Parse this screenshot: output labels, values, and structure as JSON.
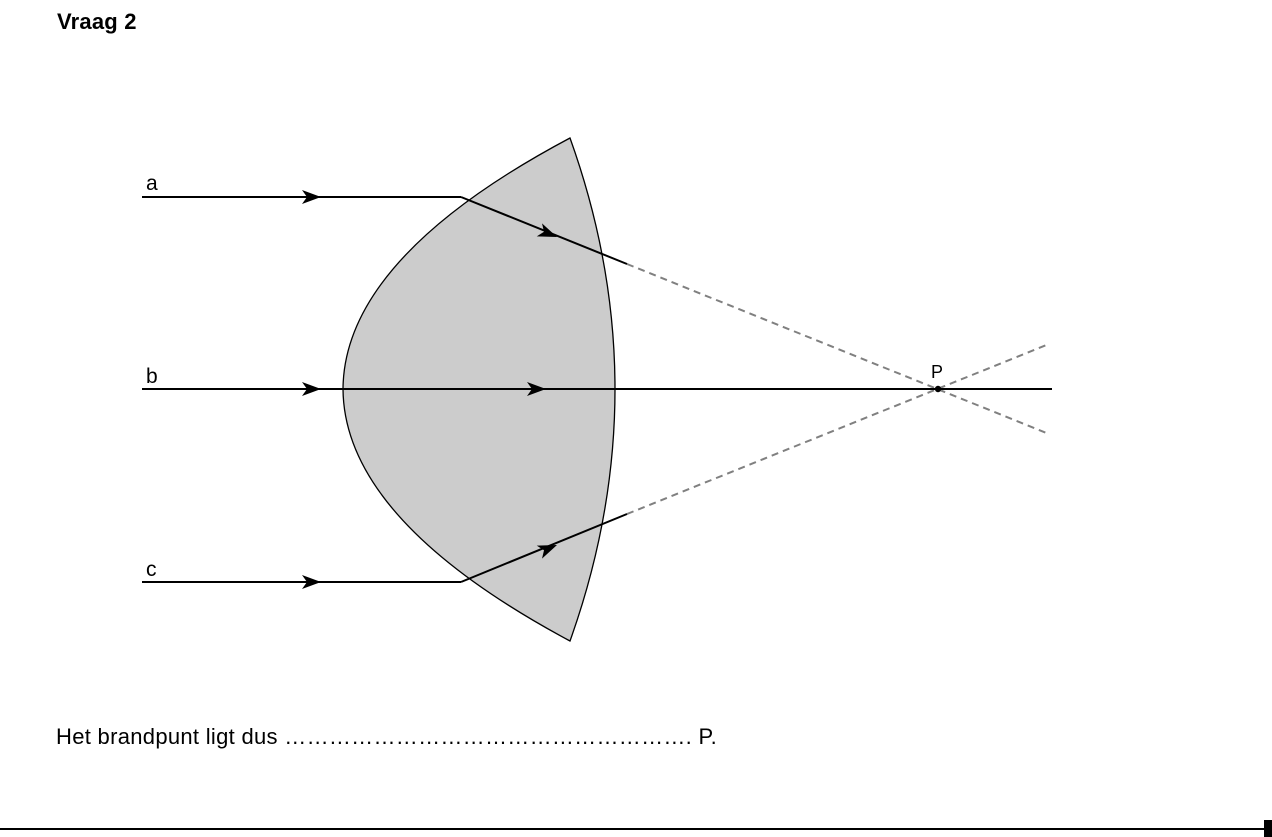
{
  "question": {
    "title": "Vraag 2"
  },
  "diagram": {
    "ray_labels": {
      "a": "a",
      "b": "b",
      "c": "c"
    },
    "point_label": "P",
    "colors": {
      "lens_fill": "#cccccc",
      "ray": "#000000",
      "extension": "#808080"
    }
  },
  "answer": {
    "prefix": "Het brandpunt ligt dus",
    "blank": "……………………………………………….",
    "suffix": "P."
  }
}
